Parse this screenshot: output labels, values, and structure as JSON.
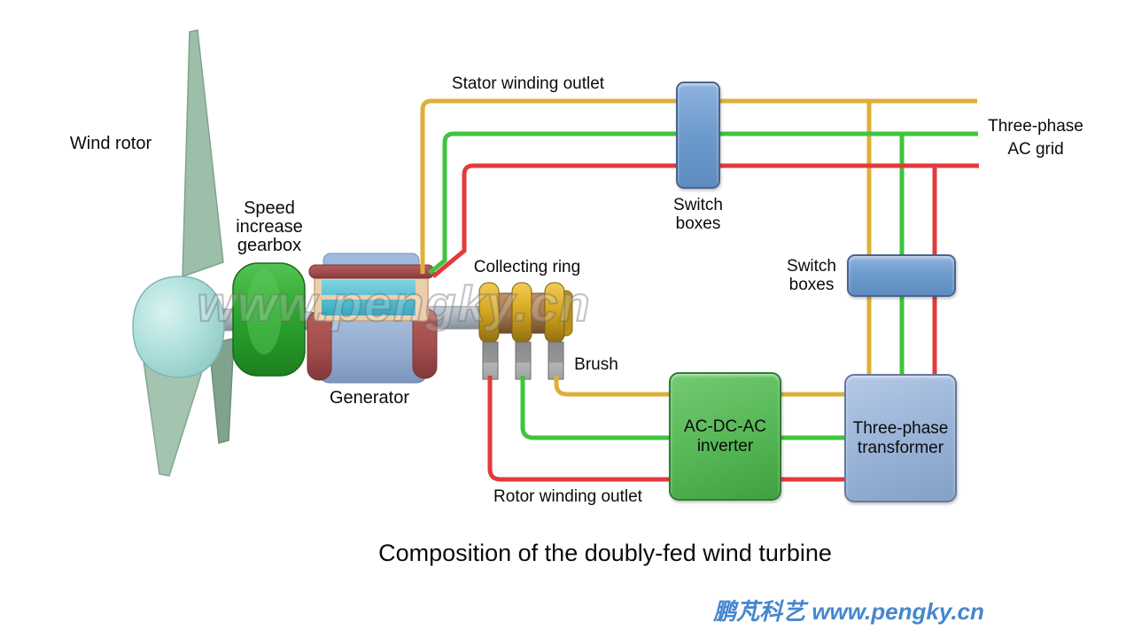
{
  "title": "Composition of the doubly-fed wind turbine",
  "watermark": "www.pengky.cn",
  "footer": "鹏芃科艺 www.pengky.cn",
  "labels": {
    "wind_rotor": "Wind rotor",
    "gearbox": {
      "line1": "Speed",
      "line2": "increase",
      "line3": "gearbox"
    },
    "generator": "Generator",
    "collecting_ring": "Collecting ring",
    "brush": "Brush",
    "stator_outlet": "Stator winding outlet",
    "rotor_outlet": "Rotor winding outlet",
    "switch_top": {
      "line1": "Switch",
      "line2": "boxes"
    },
    "switch_right": {
      "line1": "Switch",
      "line2": "boxes"
    },
    "grid": {
      "line1": "Three-phase",
      "line2": "AC grid"
    },
    "inverter": {
      "line1": "AC-DC-AC",
      "line2": "inverter"
    },
    "transformer": {
      "line1": "Three-phase",
      "line2": "transformer"
    }
  },
  "colors": {
    "wire_yellow": "#dfaf3a",
    "wire_green": "#3dc53d",
    "wire_red": "#e23b3b",
    "switch_box_blue": "#6f9cce",
    "inverter_green": "#55b755",
    "transformer_blue": "#97b2d6",
    "gearbox_green": "#2ea62e",
    "generator_blue": "#90a9cd",
    "generator_maroon": "#a34d4d",
    "collecting_gold": "#d9a820",
    "hub_cyan": "#abdedb",
    "blade_sage": "#9dbfaa",
    "footer_blue": "#4687ce"
  }
}
